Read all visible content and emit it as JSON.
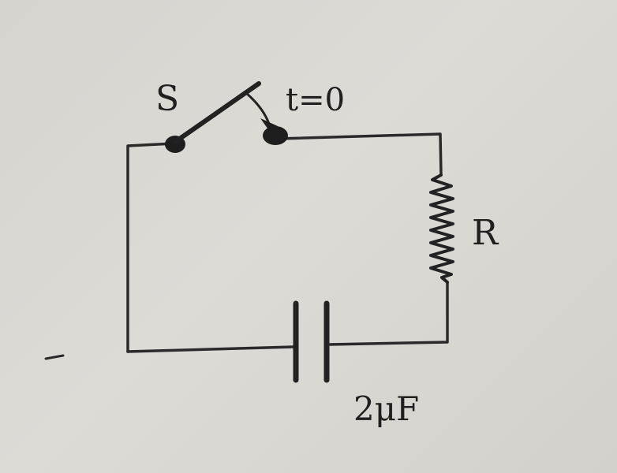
{
  "diagram": {
    "switch_label": "S",
    "time_label": "t=0",
    "resistor_label": "R",
    "capacitor_label": "2μF"
  }
}
